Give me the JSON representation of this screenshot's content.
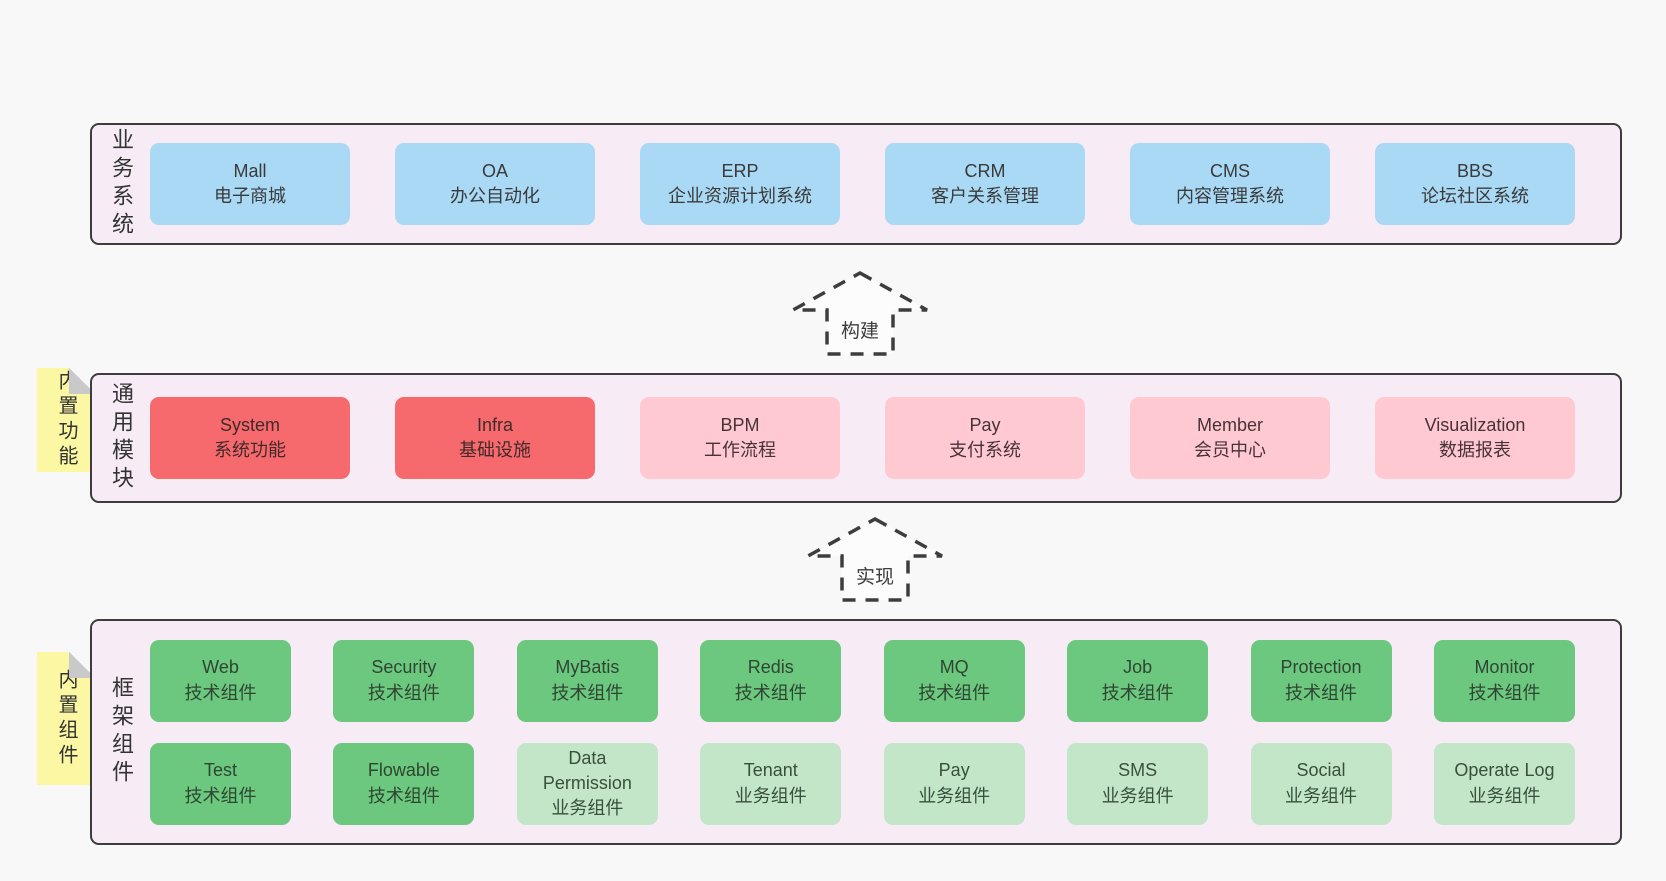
{
  "palette": {
    "page_bg": "#f8f8f8",
    "container_bg": "#f7ecf6",
    "container_border": "#3d3d3d",
    "blue_box": "#a9d9f4",
    "red_box": "#f6696c",
    "pink_box": "#ffc9d2",
    "green_box": "#6cc87e",
    "light_green_box": "#c3e6c8",
    "note_yellow": "#fbf7a3",
    "note_fold_gray": "#c9c9c9"
  },
  "layers": [
    {
      "id": "business-systems",
      "label": "业务系统",
      "boxes": [
        {
          "title": "Mall",
          "subtitle": "电子商城"
        },
        {
          "title": "OA",
          "subtitle": "办公自动化"
        },
        {
          "title": "ERP",
          "subtitle": "企业资源计划系统"
        },
        {
          "title": "CRM",
          "subtitle": "客户关系管理"
        },
        {
          "title": "CMS",
          "subtitle": "内容管理系统"
        },
        {
          "title": "BBS",
          "subtitle": "论坛社区系统"
        }
      ]
    },
    {
      "id": "common-modules",
      "label": "通用模块",
      "note": "内置功能",
      "boxes": [
        {
          "title": "System",
          "subtitle": "系统功能"
        },
        {
          "title": "Infra",
          "subtitle": "基础设施"
        },
        {
          "title": "BPM",
          "subtitle": "工作流程"
        },
        {
          "title": "Pay",
          "subtitle": "支付系统"
        },
        {
          "title": "Member",
          "subtitle": "会员中心"
        },
        {
          "title": "Visualization",
          "subtitle": "数据报表"
        }
      ]
    },
    {
      "id": "framework-components",
      "label": "框架组件",
      "note": "内置组件",
      "rows": [
        {
          "boxes": [
            {
              "title": "Web",
              "subtitle": "技术组件"
            },
            {
              "title": "Security",
              "subtitle": "技术组件"
            },
            {
              "title": "MyBatis",
              "subtitle": "技术组件"
            },
            {
              "title": "Redis",
              "subtitle": "技术组件"
            },
            {
              "title": "MQ",
              "subtitle": "技术组件"
            },
            {
              "title": "Job",
              "subtitle": "技术组件"
            },
            {
              "title": "Protection",
              "subtitle": "技术组件"
            },
            {
              "title": "Monitor",
              "subtitle": "技术组件"
            }
          ]
        },
        {
          "boxes": [
            {
              "title": "Test",
              "subtitle": "技术组件"
            },
            {
              "title": "Flowable",
              "subtitle": "技术组件"
            },
            {
              "title": "Data Permission",
              "subtitle": "业务组件"
            },
            {
              "title": "Tenant",
              "subtitle": "业务组件"
            },
            {
              "title": "Pay",
              "subtitle": "业务组件"
            },
            {
              "title": "SMS",
              "subtitle": "业务组件"
            },
            {
              "title": "Social",
              "subtitle": "业务组件"
            },
            {
              "title": "Operate Log",
              "subtitle": "业务组件"
            }
          ]
        }
      ]
    }
  ],
  "arrows": [
    {
      "label": "构建"
    },
    {
      "label": "实现"
    }
  ]
}
